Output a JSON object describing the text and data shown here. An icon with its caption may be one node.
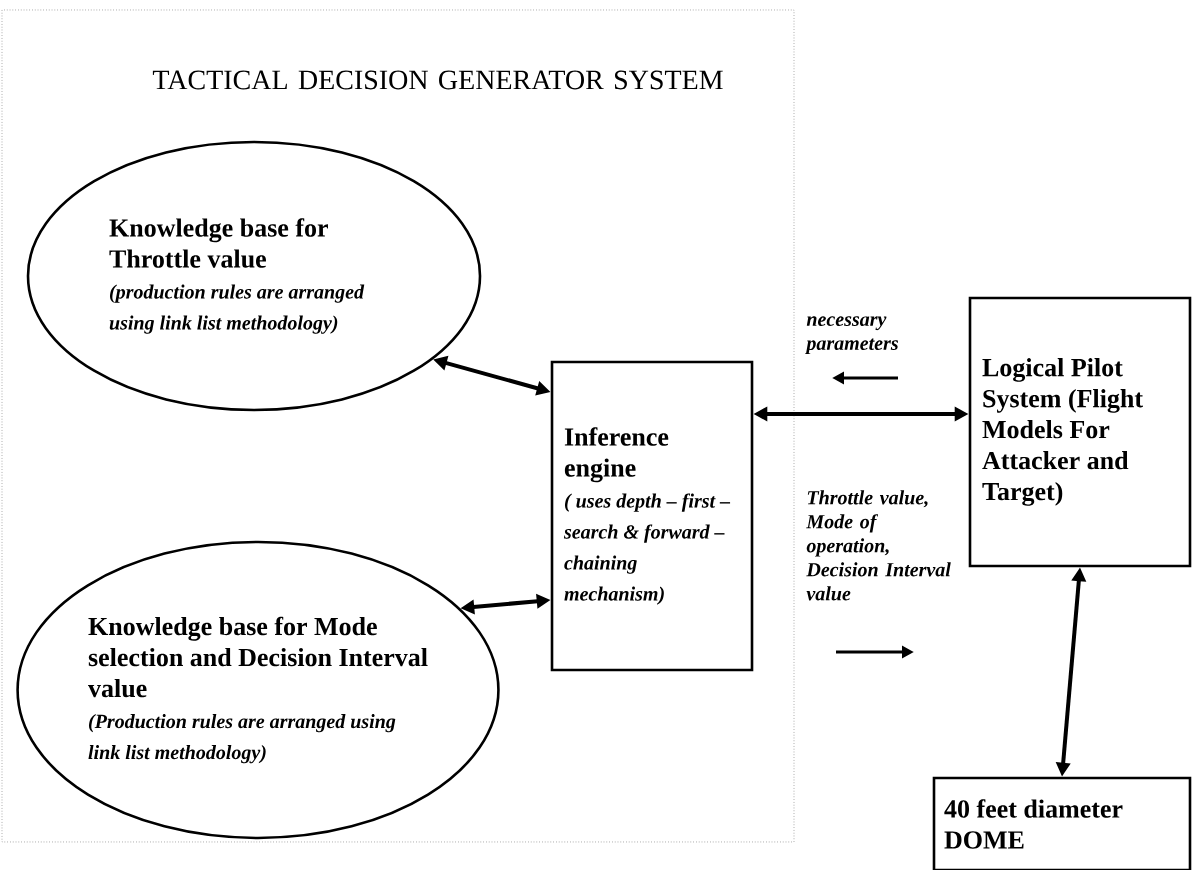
{
  "diagram": {
    "nodes": [
      {
        "text": [
          "TACTICAL DECISION GENERATOR SYSTEM"
        ]
      },
      {
        "text": [
          "Knowledge base for Throttle value",
          "(production rules are arranged using link list methodology)"
        ],
        "in": 0
      },
      {
        "text": [
          "Knowledge base for Mode selection and Decision Interval value",
          "(Production rules are arranged using link list methodology)"
        ],
        "in": 0
      },
      {
        "text": [
          "Inference engine",
          "( uses depth – first – search & forward – chaining mechanism)"
        ],
        "in": 0
      },
      {
        "text": [
          "Logical Pilot System (Flight Models For Attacker and Target)"
        ]
      },
      {
        "text": [
          "40 feet diameter DOME"
        ]
      }
    ],
    "edges": [
      {
        "from": 1,
        "to": 3,
        "arrow": "both"
      },
      {
        "from": 2,
        "to": 3,
        "arrow": "both"
      },
      {
        "from": 3,
        "to": 4,
        "arrow": "both"
      },
      {
        "from": 4,
        "to": 5,
        "arrow": "both"
      }
    ],
    "labels": [
      "necessary parameters",
      "Throttle value, Mode of operation, Decision Interval value"
    ]
  }
}
